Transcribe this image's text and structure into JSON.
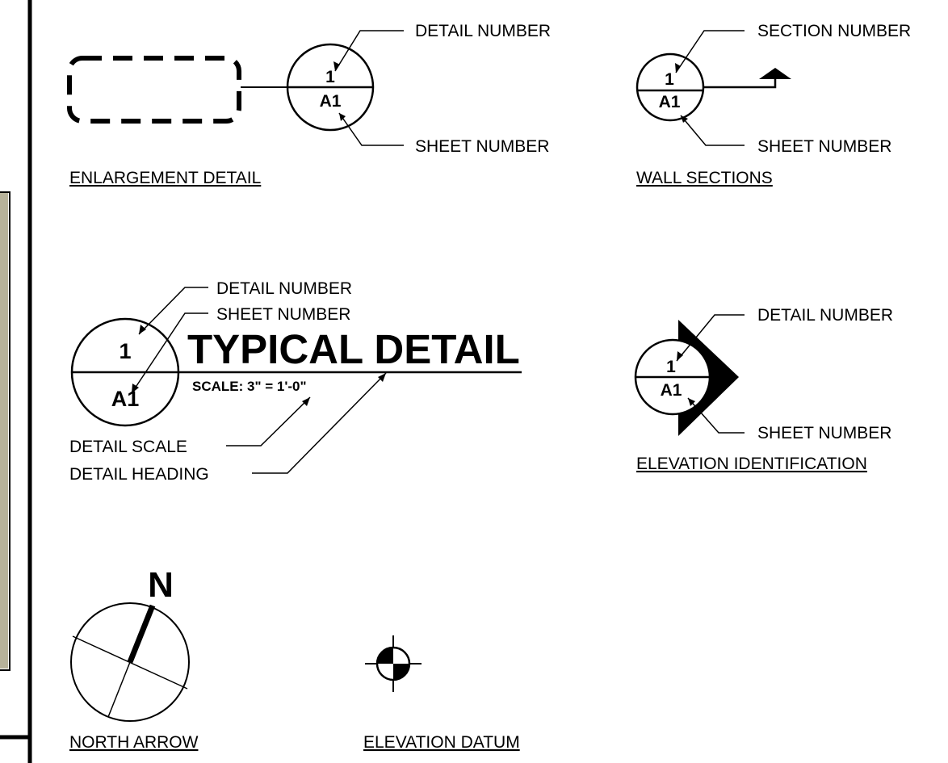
{
  "enlargement_detail": {
    "detail_number": "1",
    "sheet_number": "A1",
    "detail_number_label": "DETAIL NUMBER",
    "sheet_number_label": "SHEET NUMBER",
    "title": "ENLARGEMENT DETAIL"
  },
  "wall_sections": {
    "section_number": "1",
    "sheet_number": "A1",
    "section_number_label": "SECTION NUMBER",
    "sheet_number_label": "SHEET NUMBER",
    "title": "WALL SECTIONS"
  },
  "typical_detail": {
    "detail_number": "1",
    "sheet_number": "A1",
    "detail_number_label": "DETAIL NUMBER",
    "sheet_number_label": "SHEET NUMBER",
    "heading": "TYPICAL DETAIL",
    "scale": "SCALE: 3\" = 1'-0\"",
    "detail_scale_label": "DETAIL SCALE",
    "detail_heading_label": "DETAIL HEADING"
  },
  "elevation_identification": {
    "detail_number": "1",
    "sheet_number": "A1",
    "detail_number_label": "DETAIL NUMBER",
    "sheet_number_label": "SHEET NUMBER",
    "title": "ELEVATION IDENTIFICATION"
  },
  "north_arrow": {
    "letter": "N",
    "title": "NORTH ARROW"
  },
  "elevation_datum": {
    "title": "ELEVATION DATUM"
  },
  "colors": {
    "ink": "#000000",
    "paper": "#ffffff",
    "photo_strip": "#b7b29a"
  }
}
